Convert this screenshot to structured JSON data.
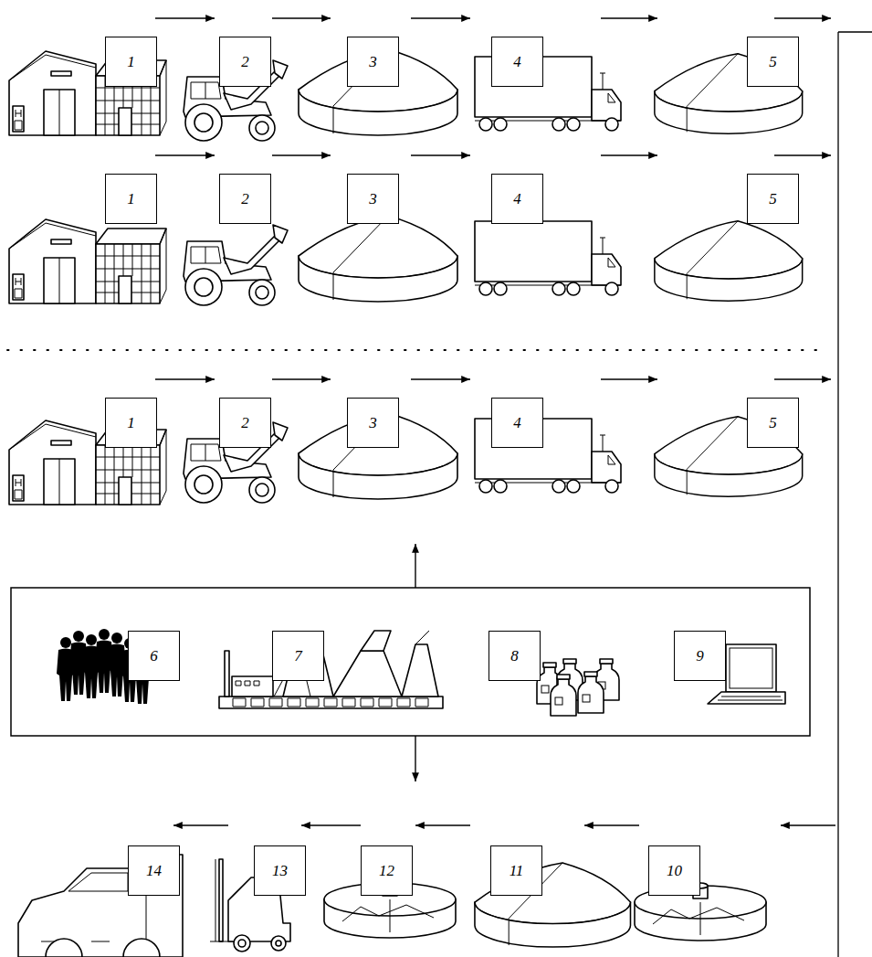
{
  "diagram": {
    "nodes": [
      {
        "text": [
          "1"
        ]
      },
      {
        "text": [
          "2"
        ]
      },
      {
        "text": [
          "3"
        ]
      },
      {
        "text": [
          "4"
        ]
      },
      {
        "text": [
          "5"
        ]
      },
      {
        "text": [
          "1"
        ]
      },
      {
        "text": [
          "2"
        ]
      },
      {
        "text": [
          "3"
        ]
      },
      {
        "text": [
          "4"
        ]
      },
      {
        "text": [
          "5"
        ]
      },
      {
        "text": [
          "1"
        ]
      },
      {
        "text": [
          "2"
        ]
      },
      {
        "text": [
          "3"
        ]
      },
      {
        "text": [
          "4"
        ]
      },
      {
        "text": [
          "5"
        ]
      },
      {
        "text": [
          "6"
        ]
      },
      {
        "text": [
          "7"
        ]
      },
      {
        "text": [
          "8"
        ]
      },
      {
        "text": [
          "9"
        ]
      },
      {
        "text": [
          "14"
        ]
      },
      {
        "text": [
          "13"
        ]
      },
      {
        "text": [
          "12"
        ]
      },
      {
        "text": [
          "11"
        ]
      },
      {
        "text": [
          "10"
        ]
      }
    ]
  }
}
